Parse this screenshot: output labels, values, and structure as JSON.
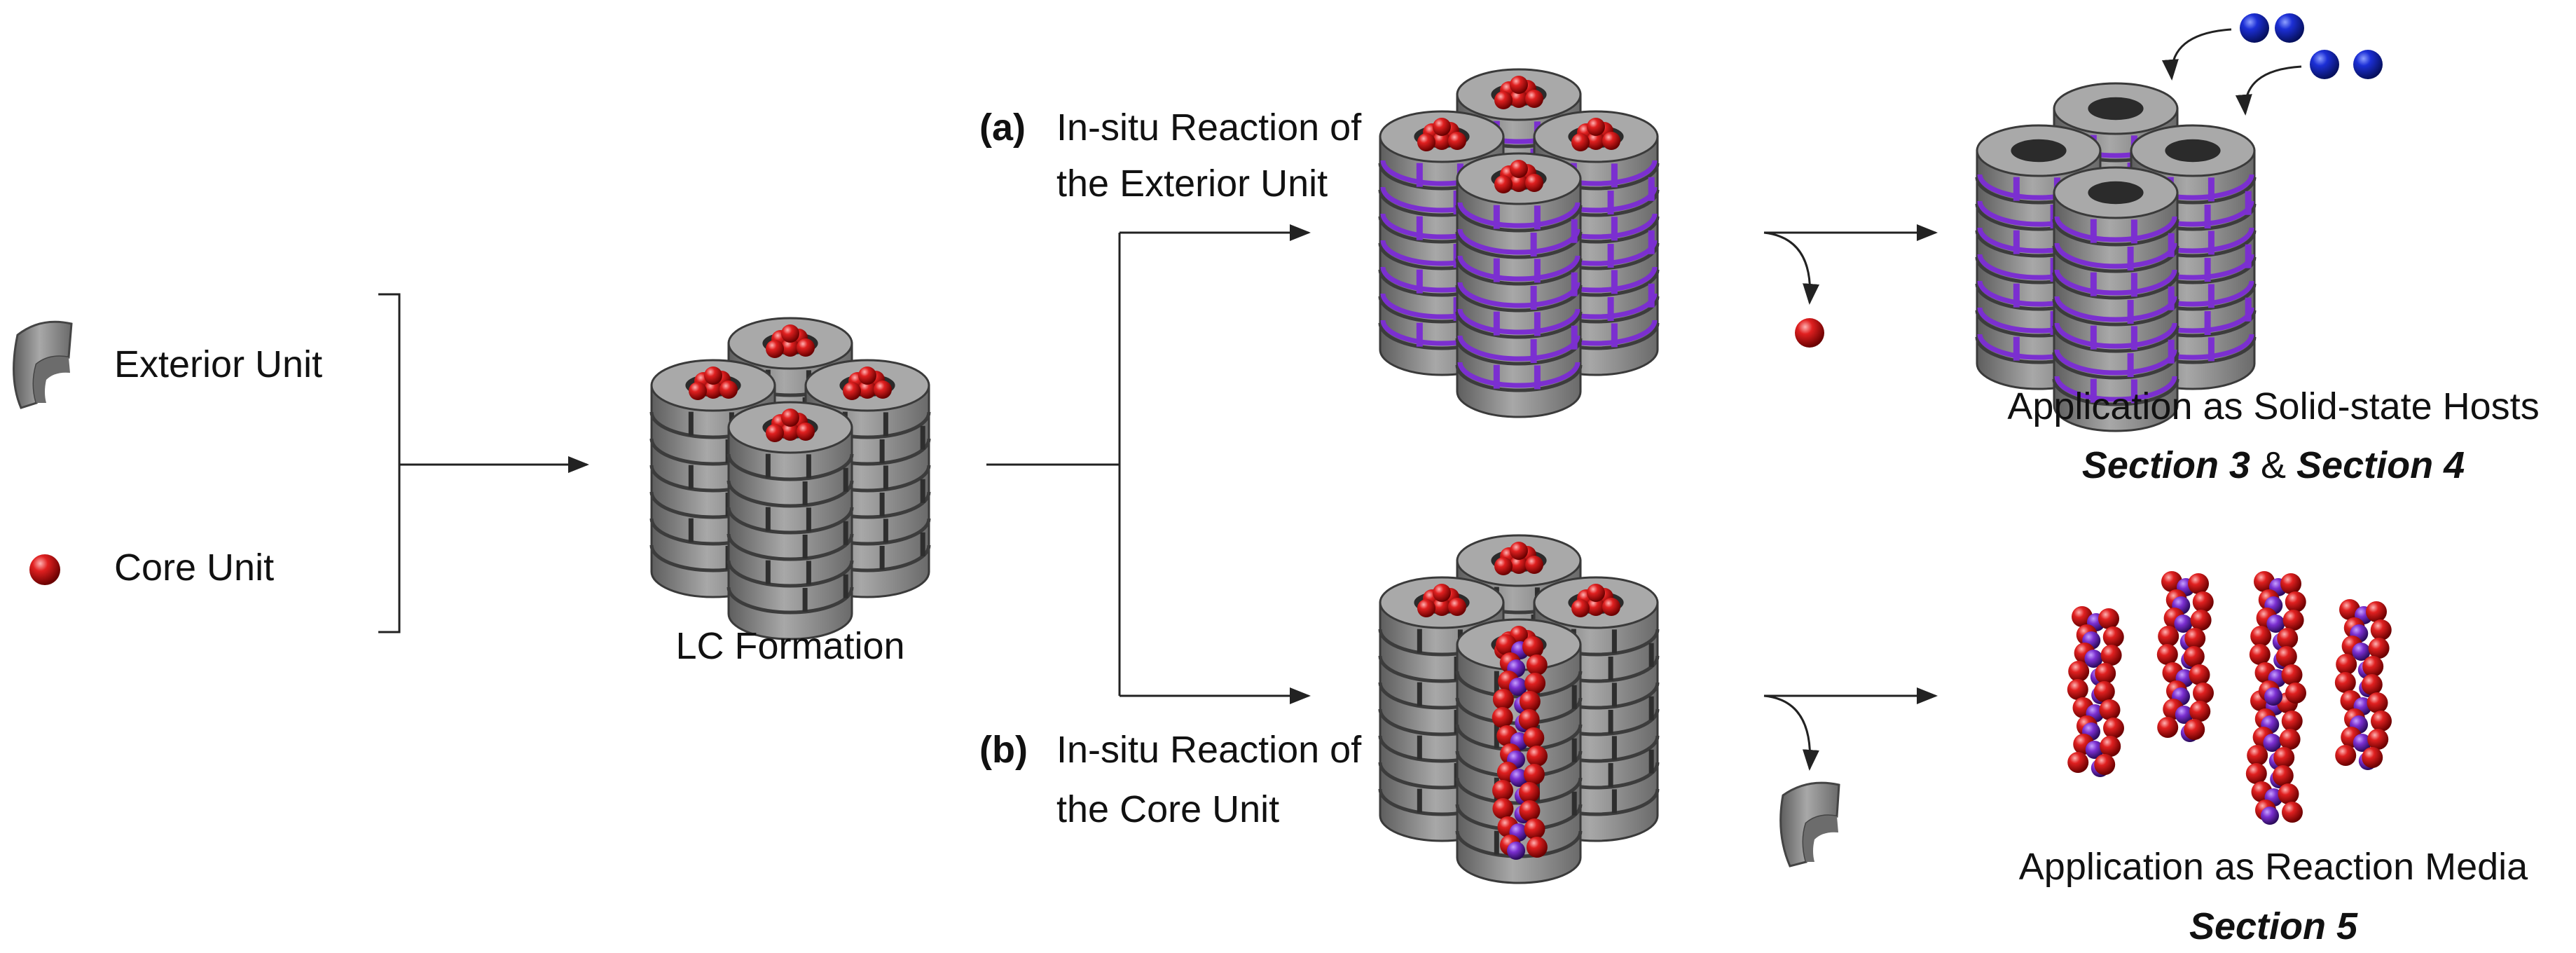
{
  "legend": {
    "exterior_label": "Exterior Unit",
    "core_label": "Core Unit"
  },
  "labels": {
    "lc_formation": "LC Formation",
    "route_a_tag": "(a)",
    "route_a_line1": "In-situ Reaction of",
    "route_a_line2": "the Exterior Unit",
    "route_b_tag": "(b)",
    "route_b_line1": "In-situ Reaction of",
    "route_b_line2": "the Core Unit",
    "app_hosts": "Application as Solid-state Hosts",
    "app_hosts_sec_a": "Section 3",
    "app_hosts_amp": "&",
    "app_hosts_sec_b": "Section 4",
    "app_media": "Application as Reaction Media",
    "app_media_sec": "Section 5"
  },
  "colors": {
    "exterior_gray": "#8a8a8a",
    "core_red": "#d91e1e",
    "crosslink_purple": "#7b2fd0",
    "guest_blue": "#1c2fd6",
    "line": "#222222"
  }
}
